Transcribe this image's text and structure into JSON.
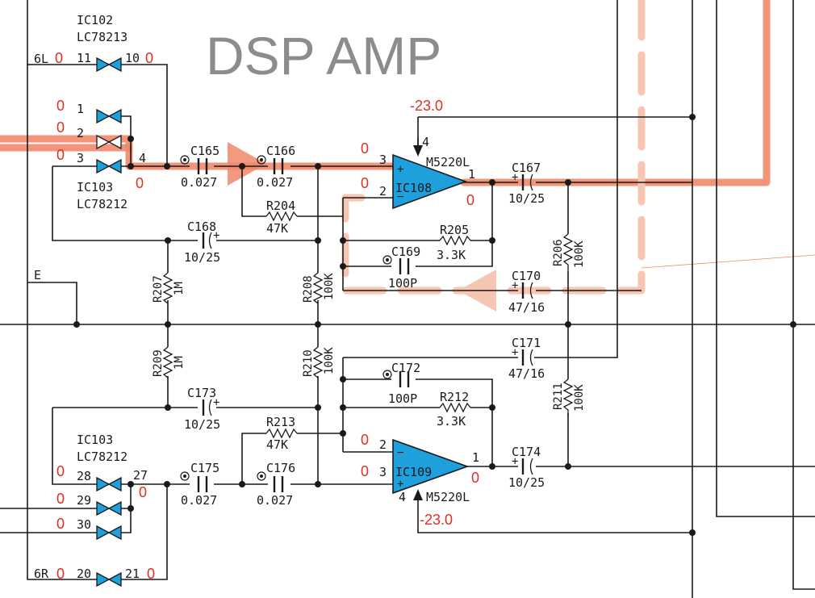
{
  "title": "DSP AMP",
  "ics": {
    "ic102_top": {
      "ref": "IC102",
      "part": "LC78213"
    },
    "ic103_top": {
      "ref": "IC103",
      "part": "LC78212"
    },
    "ic103_bot": {
      "ref": "IC103",
      "part": "LC78212"
    },
    "ic108": {
      "ref": "IC108",
      "part": "M5220L"
    },
    "ic109": {
      "ref": "IC109",
      "part": "M5220L"
    }
  },
  "nets": {
    "l6": "6L",
    "r6": "6R",
    "e": "E"
  },
  "pins": {
    "p11": "11",
    "p10": "10",
    "p1": "1",
    "p2": "2",
    "p3": "3",
    "p4": "4",
    "ic108_in_plus": "3",
    "ic108_in_minus": "2",
    "ic108_out": "1",
    "ic108_vee": "4",
    "p28": "28",
    "p29": "29",
    "p30": "30",
    "p27": "27",
    "p20": "20",
    "p21": "21",
    "ic109_in_minus": "2",
    "ic109_in_plus": "3",
    "ic109_out": "1",
    "ic109_vee": "4"
  },
  "voltages": {
    "v_6l": "0",
    "v_p10": "0",
    "v_p1": "0",
    "v_p2": "0",
    "v_p3": "0",
    "v_p4": "0",
    "v_ic108_3": "0",
    "v_ic108_2": "0",
    "v_ic108_1": "0",
    "v_ic108_vee": "-23.0",
    "v_p28": "0",
    "v_p29": "0",
    "v_p30": "0",
    "v_p27": "0",
    "v_ic109_2": "0",
    "v_ic109_3": "0",
    "v_ic109_1": "0",
    "v_ic109_vee": "-23.0",
    "v_p20": "0",
    "v_p21": "0"
  },
  "parts": {
    "c165": {
      "ref": "C165",
      "val": "0.027"
    },
    "c166": {
      "ref": "C166",
      "val": "0.027"
    },
    "c167": {
      "ref": "C167",
      "val": "10/25"
    },
    "c168": {
      "ref": "C168",
      "val": "10/25"
    },
    "c169": {
      "ref": "C169",
      "val": "100P"
    },
    "c170": {
      "ref": "C170",
      "val": "47/16"
    },
    "c171": {
      "ref": "C171",
      "val": "47/16"
    },
    "c172": {
      "ref": "C172",
      "val": "100P"
    },
    "c173": {
      "ref": "C173",
      "val": "10/25"
    },
    "c174": {
      "ref": "C174",
      "val": "10/25"
    },
    "c175": {
      "ref": "C175",
      "val": "0.027"
    },
    "c176": {
      "ref": "C176",
      "val": "0.027"
    },
    "r204": {
      "ref": "R204",
      "val": "47K"
    },
    "r205": {
      "ref": "R205",
      "val": "3.3K"
    },
    "r206": {
      "ref": "R206",
      "val": "100K"
    },
    "r207": {
      "ref": "R207",
      "val": "1M"
    },
    "r208": {
      "ref": "R208",
      "val": "100K"
    },
    "r209": {
      "ref": "R209",
      "val": "1M"
    },
    "r210": {
      "ref": "R210",
      "val": "100K"
    },
    "r211": {
      "ref": "R211",
      "val": "100K"
    },
    "r212": {
      "ref": "R212",
      "val": "3.3K"
    },
    "r213": {
      "ref": "R213",
      "val": "47K"
    }
  },
  "colors": {
    "signal_path": "#f0886a",
    "switch_fill": "#1ea0dc",
    "voltage_text": "#e0301e",
    "title_text": "#8c8c8c"
  }
}
